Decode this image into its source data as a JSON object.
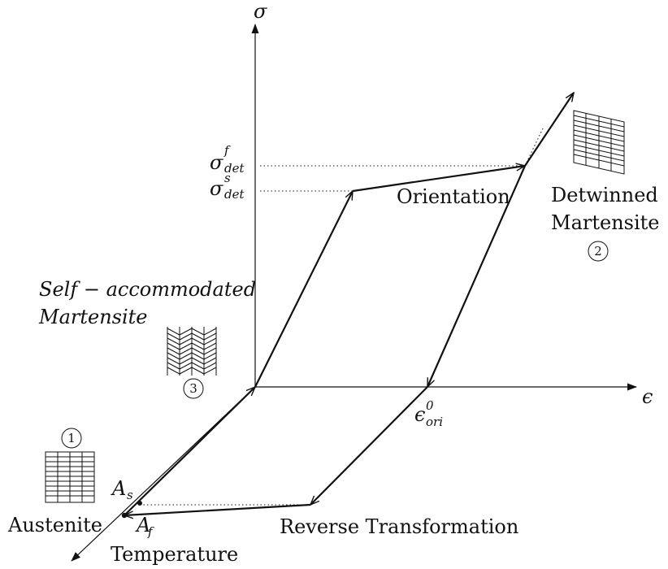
{
  "axes": {
    "stress_label": "σ",
    "strain_label": "ϵ",
    "temperature_label": "Temperature"
  },
  "stress_levels": {
    "finish": {
      "base": "σ",
      "sup": "f",
      "sub": "det"
    },
    "start": {
      "base": "σ",
      "sup": "s",
      "sub": "det"
    }
  },
  "strain_marker": {
    "base": "ϵ",
    "sup": "0",
    "sub": "ori"
  },
  "temperature_points": {
    "start": {
      "base": "A",
      "sub": "s"
    },
    "finish": {
      "base": "A",
      "sub": "f"
    }
  },
  "labels": {
    "orientation": "Orientation",
    "detwinned_line1": "Detwinned",
    "detwinned_line2": "Martensite",
    "self_acc_line1": "Self − accommodated",
    "self_acc_line2": "Martensite",
    "austenite": "Austenite",
    "reverse": "Reverse Transformation"
  },
  "phase_numbers": {
    "austenite": "1",
    "detwinned": "2",
    "self_accommodated": "3"
  },
  "colors": {
    "ink": "#111111",
    "background": "#ffffff"
  }
}
